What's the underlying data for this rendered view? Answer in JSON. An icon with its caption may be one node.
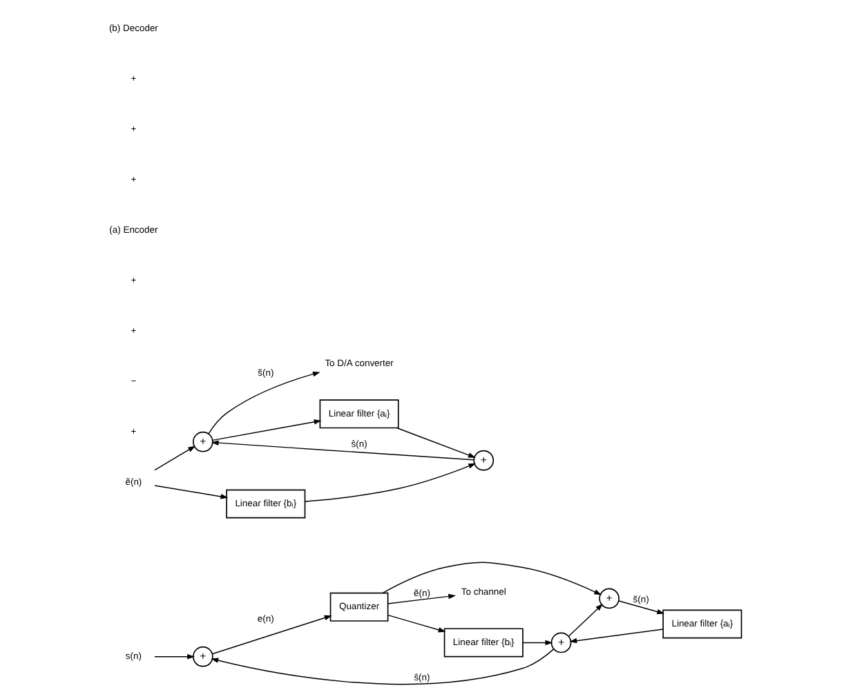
{
  "diagram": {
    "nodes": [
      {
        "text": [
          "s(n)"
        ]
      },
      {
        "text": [
          "+"
        ]
      },
      {
        "text": [
          "Quantizer"
        ]
      },
      {
        "text": [
          "To channel"
        ]
      },
      {
        "text": [
          "Linear filter {bᵢ}"
        ]
      },
      {
        "text": [
          "+"
        ]
      },
      {
        "text": [
          "Linear filter {aᵢ}"
        ]
      },
      {
        "text": [
          "+"
        ]
      },
      {
        "text": [
          "ẽ(n)"
        ]
      },
      {
        "text": [
          "+"
        ]
      },
      {
        "text": [
          "To D/A converter"
        ]
      },
      {
        "text": [
          "Linear filter {bᵢ}"
        ]
      },
      {
        "text": [
          "+"
        ]
      },
      {
        "text": [
          "Linear filter {aᵢ}"
        ]
      }
    ],
    "edges": [
      {
        "from": 0,
        "to": 1,
        "arrow": "to"
      },
      {
        "from": 1,
        "to": 2,
        "arrow": "to",
        "label": "e(n)"
      },
      {
        "from": 2,
        "to": 3,
        "arrow": "to",
        "label": "ẽ(n)"
      },
      {
        "from": 2,
        "to": 4,
        "arrow": "to"
      },
      {
        "from": 2,
        "to": 7,
        "arrow": "to"
      },
      {
        "from": 7,
        "to": 6,
        "arrow": "to",
        "label": "s̃(n)"
      },
      {
        "from": 6,
        "to": 5,
        "arrow": "to"
      },
      {
        "from": 4,
        "to": 5,
        "arrow": "to"
      },
      {
        "from": 5,
        "to": 1,
        "arrow": "to",
        "label": "ŝ(n)"
      },
      {
        "from": 5,
        "to": 7,
        "arrow": "to"
      },
      {
        "from": 8,
        "to": 9,
        "arrow": "to"
      },
      {
        "from": 8,
        "to": 11,
        "arrow": "to"
      },
      {
        "from": 11,
        "to": 12,
        "arrow": "to"
      },
      {
        "from": 13,
        "to": 12,
        "arrow": "to"
      },
      {
        "from": 12,
        "to": 9,
        "arrow": "to",
        "label": "ŝ(n)"
      },
      {
        "from": 9,
        "to": 10,
        "arrow": "to",
        "label": "s̃(n)"
      },
      {
        "from": 9,
        "to": 13,
        "arrow": "to"
      }
    ],
    "labels": [
      "+",
      "−",
      "+",
      "+",
      "(a) Encoder",
      "+",
      "+",
      "+",
      "(b) Decoder"
    ]
  }
}
